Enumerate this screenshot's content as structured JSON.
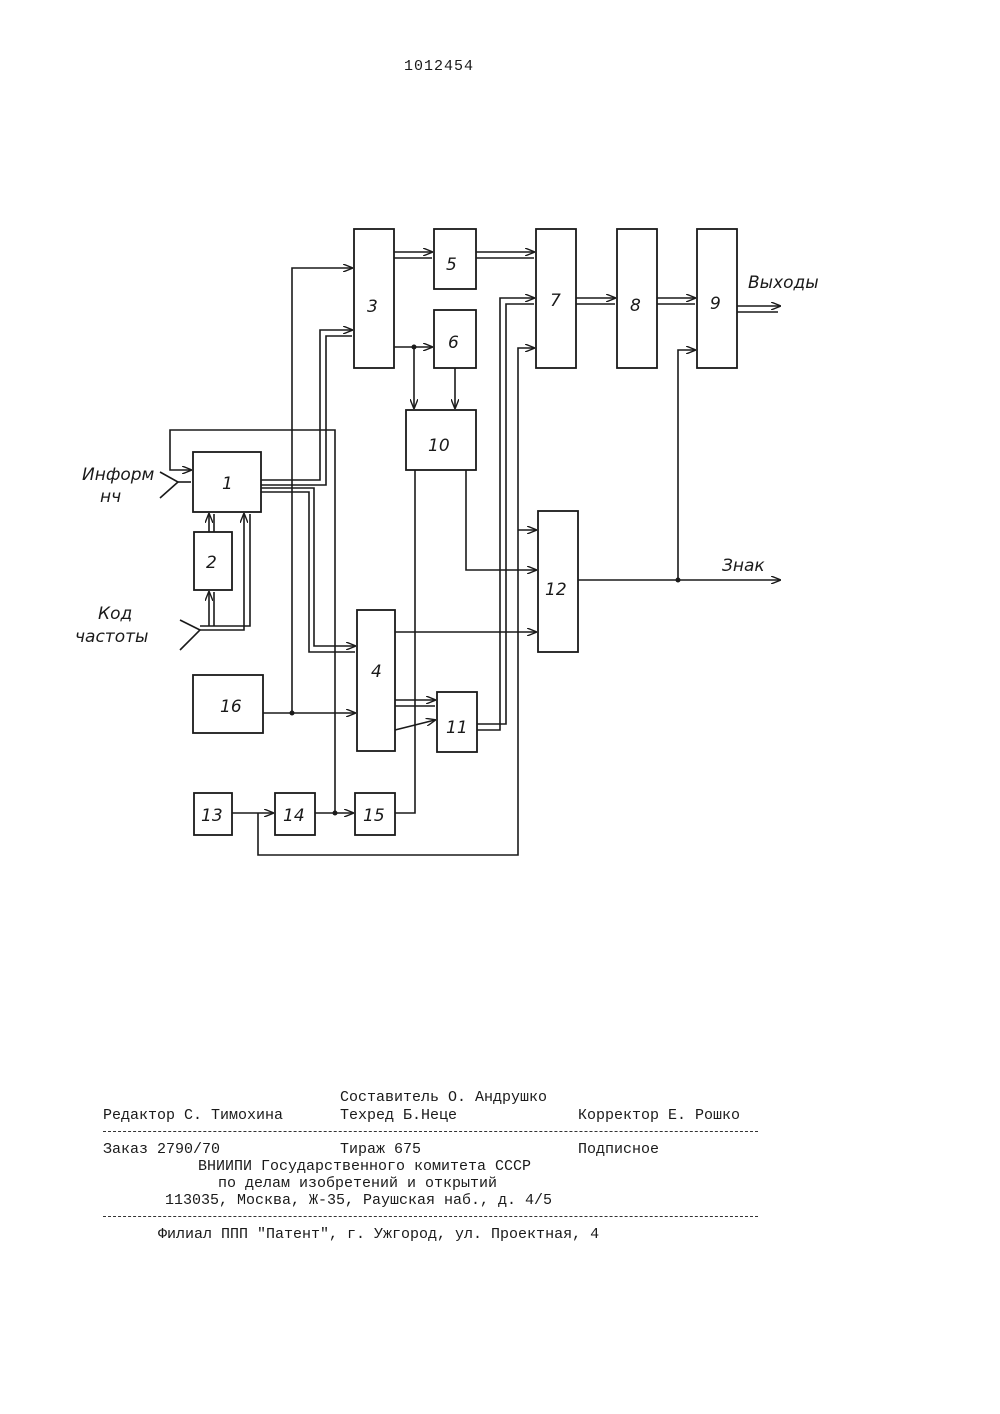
{
  "document": {
    "patent_number": "1012454"
  },
  "diagram": {
    "blocks": [
      "1",
      "2",
      "3",
      "4",
      "5",
      "6",
      "7",
      "8",
      "9",
      "10",
      "11",
      "12",
      "13",
      "14",
      "15",
      "16"
    ],
    "labels": {
      "inform_line1": "Информ",
      "inform_line2": "нч",
      "code_line1": "Код",
      "code_line2": "частоты",
      "outputs": "Выходы",
      "sign": "Знак"
    }
  },
  "imprint": {
    "compiler": "Составитель  О. Андрушко",
    "editor": "Редактор С. Тимохина",
    "techred": "Техред Б.Неце",
    "corrector": "Корректор Е. Рошко",
    "order": "Заказ 2790/70",
    "circulation": "Тираж 675",
    "subscription": "Подписное",
    "org_line1": "ВНИИПИ Государственного комитета СССР",
    "org_line2": "по делам изобретений и открытий",
    "org_line3": "113035, Москва, Ж-35, Раушская наб., д. 4/5",
    "branch": "Филиал ППП \"Патент\", г. Ужгород, ул. Проектная, 4"
  }
}
